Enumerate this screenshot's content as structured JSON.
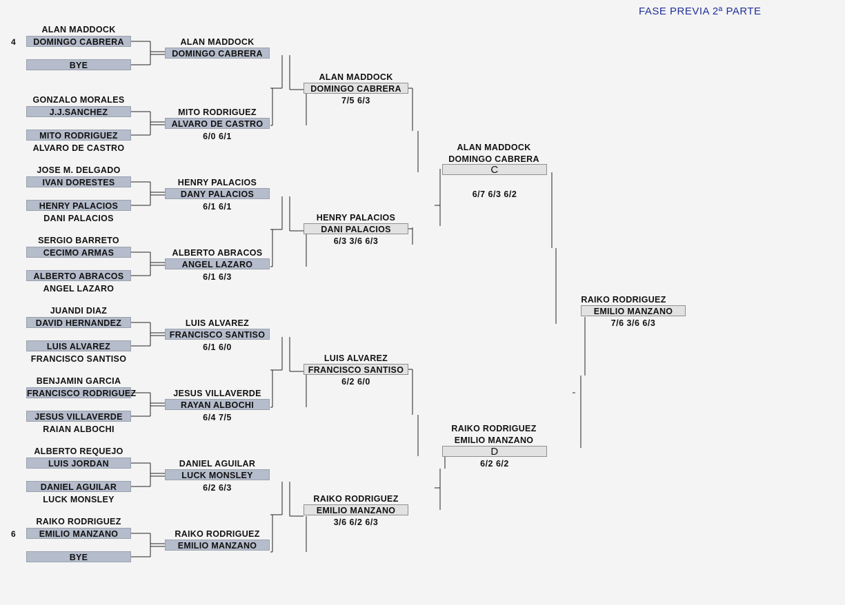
{
  "header": {
    "title": "FASE PREVIA 2ª PARTE"
  },
  "round1": [
    {
      "seed": "4",
      "top": "ALAN MADDOCK",
      "box1": "DOMINGO CABRERA",
      "box2": "BYE",
      "bottom": ""
    },
    {
      "seed": "",
      "top": "GONZALO MORALES",
      "box1": "J.J.SANCHEZ",
      "box2": "MITO RODRIGUEZ",
      "bottom": "ALVARO DE CASTRO"
    },
    {
      "seed": "",
      "top": "JOSE M. DELGADO",
      "box1": "IVAN DORESTES",
      "box2": "HENRY PALACIOS",
      "bottom": "DANI PALACIOS"
    },
    {
      "seed": "",
      "top": "SERGIO BARRETO",
      "box1": "CECIMO ARMAS",
      "box2": "ALBERTO ABRACOS",
      "bottom": "ANGEL LAZARO"
    },
    {
      "seed": "",
      "top": "JUANDI DIAZ",
      "box1": "DAVID HERNANDEZ",
      "box2": "LUIS ALVAREZ",
      "bottom": "FRANCISCO SANTISO"
    },
    {
      "seed": "",
      "top": "BENJAMIN GARCIA",
      "box1": "FRANCISCO RODRIGUEZ",
      "box2": "JESUS VILLAVERDE",
      "bottom": "RAIAN ALBOCHI"
    },
    {
      "seed": "",
      "top": "ALBERTO REQUEJO",
      "box1": "LUIS JORDAN",
      "box2": "DANIEL AGUILAR",
      "bottom": "LUCK MONSLEY"
    },
    {
      "seed": "6",
      "top": "RAIKO RODRIGUEZ",
      "box1": "EMILIO MANZANO",
      "box2": "BYE",
      "bottom": ""
    }
  ],
  "round2": [
    {
      "name": "ALAN MADDOCK",
      "box": "DOMINGO CABRERA",
      "score": ""
    },
    {
      "name": "MITO RODRIGUEZ",
      "box": "ALVARO DE CASTRO",
      "score": "6/0 6/1"
    },
    {
      "name": "HENRY PALACIOS",
      "box": "DANY PALACIOS",
      "score": "6/1 6/1"
    },
    {
      "name": "ALBERTO ABRACOS",
      "box": "ANGEL LAZARO",
      "score": "6/1 6/3"
    },
    {
      "name": "LUIS ALVAREZ",
      "box": "FRANCISCO SANTISO",
      "score": "6/1 6/0"
    },
    {
      "name": "JESUS VILLAVERDE",
      "box": "RAYAN ALBOCHI",
      "score": "6/4 7/5"
    },
    {
      "name": "DANIEL AGUILAR",
      "box": "LUCK MONSLEY",
      "score": "6/2 6/3"
    },
    {
      "name": "RAIKO RODRIGUEZ",
      "box": "EMILIO MANZANO",
      "score": ""
    }
  ],
  "round3": [
    {
      "name": "ALAN MADDOCK",
      "box": "DOMINGO CABRERA",
      "score": "7/5 6/3"
    },
    {
      "name": "HENRY PALACIOS",
      "box": "DANI PALACIOS",
      "score": "6/3 3/6 6/3"
    },
    {
      "name": "LUIS ALVAREZ",
      "box": "FRANCISCO SANTISO",
      "score": "6/2 6/0"
    },
    {
      "name": "RAIKO RODRIGUEZ",
      "box": "EMILIO MANZANO",
      "score": "3/6 6/2 6/3"
    }
  ],
  "semis": [
    {
      "name1": "ALAN MADDOCK",
      "name2": "DOMINGO CABRERA",
      "box": "C",
      "score": "6/7 6/3 6/2"
    },
    {
      "name1": "RAIKO RODRIGUEZ",
      "name2": "EMILIO MANZANO",
      "box": "D",
      "score": "6/2 6/2"
    }
  ],
  "final": {
    "name": "RAIKO RODRIGUEZ",
    "box": "EMILIO MANZANO",
    "score": "7/6 3/6 6/3"
  }
}
